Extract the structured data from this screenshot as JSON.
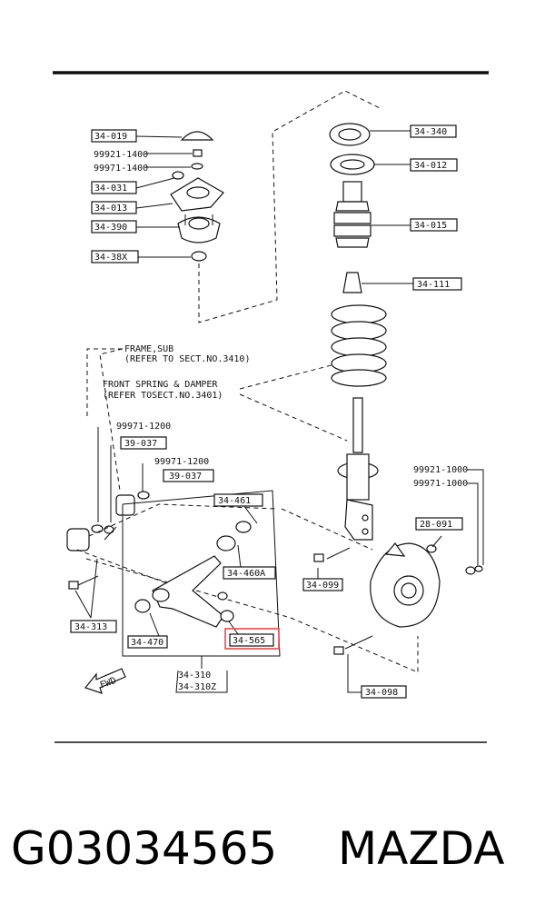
{
  "labels": {
    "l34019": "34-019",
    "l99921_1400": "99921-1400",
    "l99971_1400": "99971-1400",
    "l34031": "34-031",
    "l34013": "34-013",
    "l34390": "34-390",
    "l3438x": "34-38X",
    "l34340": "34-340",
    "l34012": "34-012",
    "l34015": "34-015",
    "l34111": "34-111",
    "l99971_1200a": "99971-1200",
    "l39037a": "39-037",
    "l99971_1200b": "99971-1200",
    "l39037b": "39-037",
    "l34461": "34-461",
    "l34460a": "34-460A",
    "l34565": "34-565",
    "l34470": "34-470",
    "l34313": "34-313",
    "l34310": "34-310",
    "l34310z": "34-310Z",
    "l34099": "34-099",
    "l28091": "28-091",
    "l99921_1000": "99921-1000",
    "l99971_1000": "99971-1000",
    "l34098": "34-098",
    "fwd": "FWD"
  },
  "notes": {
    "frame_line1": "FRAME,SUB",
    "frame_line2": "(REFER TO SECT.NO.3410)",
    "spring_line1": "FRONT SPRING & DAMPER",
    "spring_line2": "(REFER TOSECT.NO.3401)"
  },
  "colors": {
    "highlight": "#e8474c",
    "ink": "#111111"
  },
  "footer": {
    "part_number": "G03034565",
    "brand": "MAZDA"
  }
}
